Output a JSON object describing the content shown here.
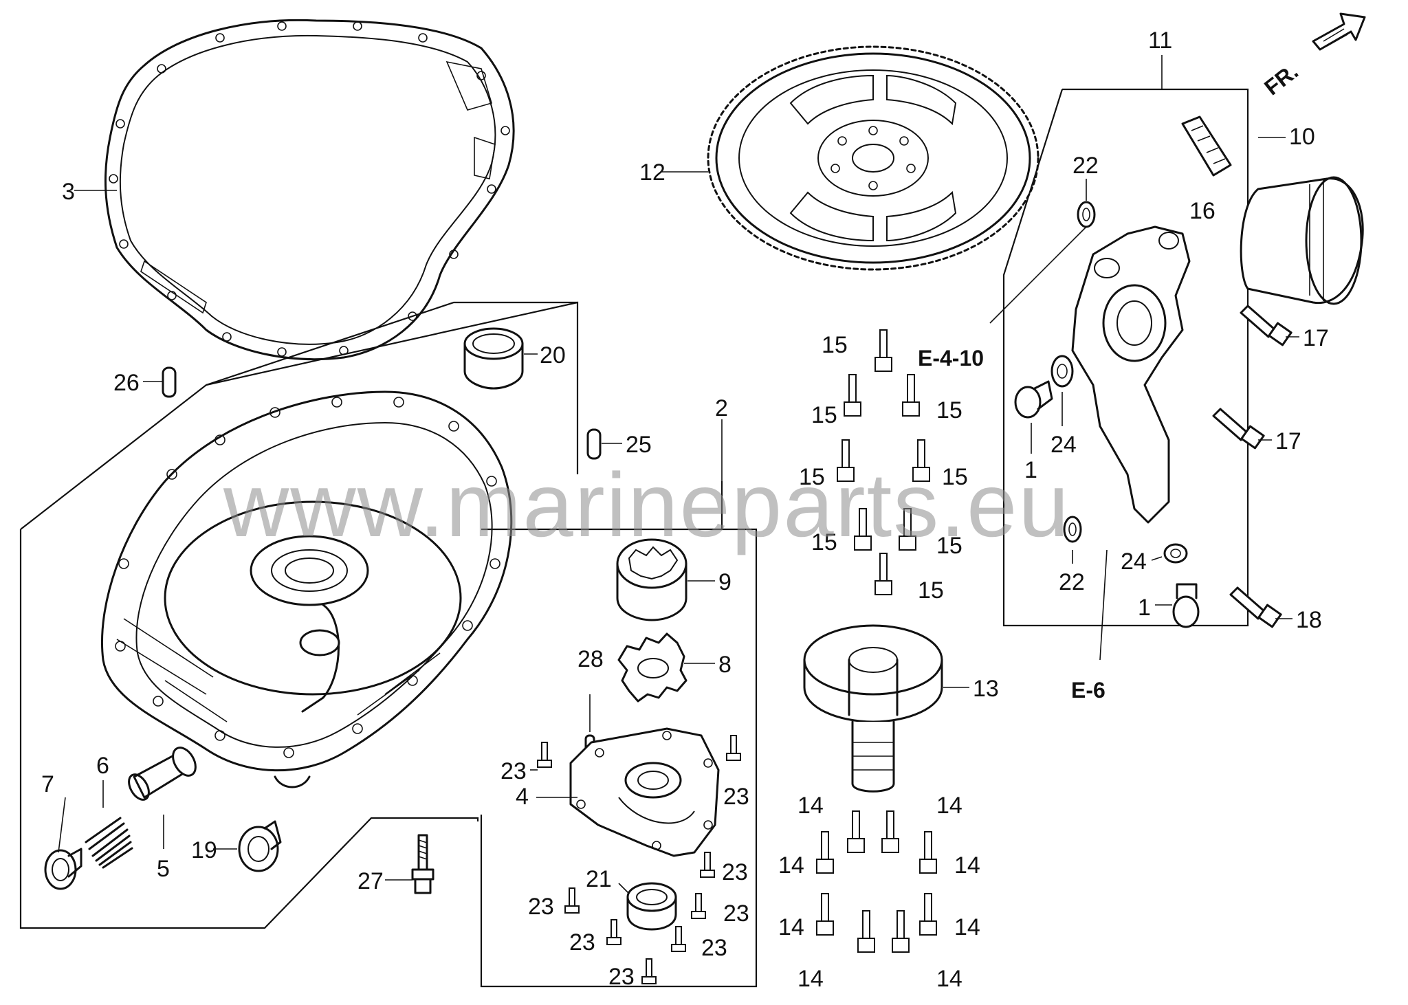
{
  "watermark": "www.marineparts.eu",
  "orientation_label": "FR.",
  "references": {
    "e4_10": "E-4-10",
    "e6": "E-6"
  },
  "callouts": {
    "p1a": "1",
    "p1b": "1",
    "p2": "2",
    "p3": "3",
    "p4": "4",
    "p5": "5",
    "p6": "6",
    "p7": "7",
    "p8": "8",
    "p9": "9",
    "p10": "10",
    "p11": "11",
    "p12": "12",
    "p13": "13",
    "p14a": "14",
    "p14b": "14",
    "p14c": "14",
    "p14d": "14",
    "p14e": "14",
    "p14f": "14",
    "p14g": "14",
    "p14h": "14",
    "p15a": "15",
    "p15b": "15",
    "p15c": "15",
    "p15d": "15",
    "p15e": "15",
    "p15f": "15",
    "p15g": "15",
    "p15h": "15",
    "p16": "16",
    "p17a": "17",
    "p17b": "17",
    "p18": "18",
    "p19": "19",
    "p20": "20",
    "p21": "21",
    "p22a": "22",
    "p22b": "22",
    "p23a": "23",
    "p23b": "23",
    "p23c": "23",
    "p23d": "23",
    "p23e": "23",
    "p23f": "23",
    "p23g": "23",
    "p23h": "23",
    "p24a": "24",
    "p24b": "24",
    "p25": "25",
    "p26": "26",
    "p27": "27",
    "p28": "28"
  }
}
